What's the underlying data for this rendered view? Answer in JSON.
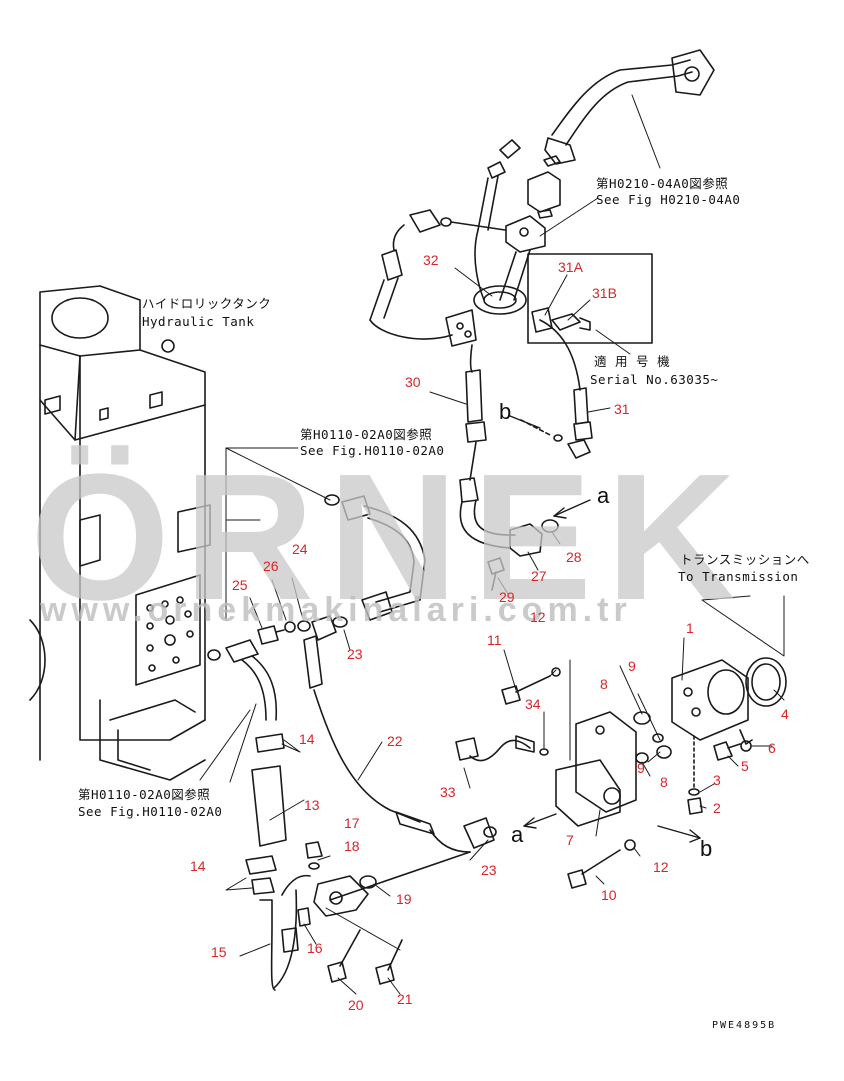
{
  "watermark": {
    "logo": "ÖRNEK",
    "url": "www.ornekmakinalari.com.tr"
  },
  "drawing_code": "PWE4895B",
  "notes": {
    "top_ref_jp": "第H0210-04A0図参照",
    "top_ref_en": "See Fig H0210-04A0",
    "tank_jp": "ハイドロリックタンク",
    "tank_en": "Hydraulic Tank",
    "serial_jp": "適 用 号 機",
    "serial_en": "Serial No.63035~",
    "mid_ref_jp": "第H0110-02A0図参照",
    "mid_ref_en": "See Fig.H0110-02A0",
    "trans_jp": "トランスミッションへ",
    "trans_en": "To Transmission",
    "low_ref_jp": "第H0110-02A0図参照",
    "low_ref_en": "See Fig.H0110-02A0"
  },
  "letters": {
    "a_upper": "a",
    "a_lower": "a",
    "b_upper": "b",
    "b_lower": "b"
  },
  "parts": {
    "p1": "1",
    "p2": "2",
    "p3": "3",
    "p4": "4",
    "p5": "5",
    "p6": "6",
    "p7": "7",
    "p8a": "8",
    "p8b": "8",
    "p9a": "9",
    "p9b": "9",
    "p10": "10",
    "p11": "11",
    "p12a": "12",
    "p12b": "12",
    "p13": "13",
    "p14a": "14",
    "p14b": "14",
    "p15": "15",
    "p16": "16",
    "p17": "17",
    "p18": "18",
    "p19": "19",
    "p20": "20",
    "p21": "21",
    "p22": "22",
    "p23a": "23",
    "p23b": "23",
    "p24": "24",
    "p25": "25",
    "p26": "26",
    "p27": "27",
    "p28": "28",
    "p29": "29",
    "p30": "30",
    "p31": "31",
    "p31a": "31A",
    "p31b": "31B",
    "p32": "32",
    "p33": "33",
    "p34": "34"
  }
}
